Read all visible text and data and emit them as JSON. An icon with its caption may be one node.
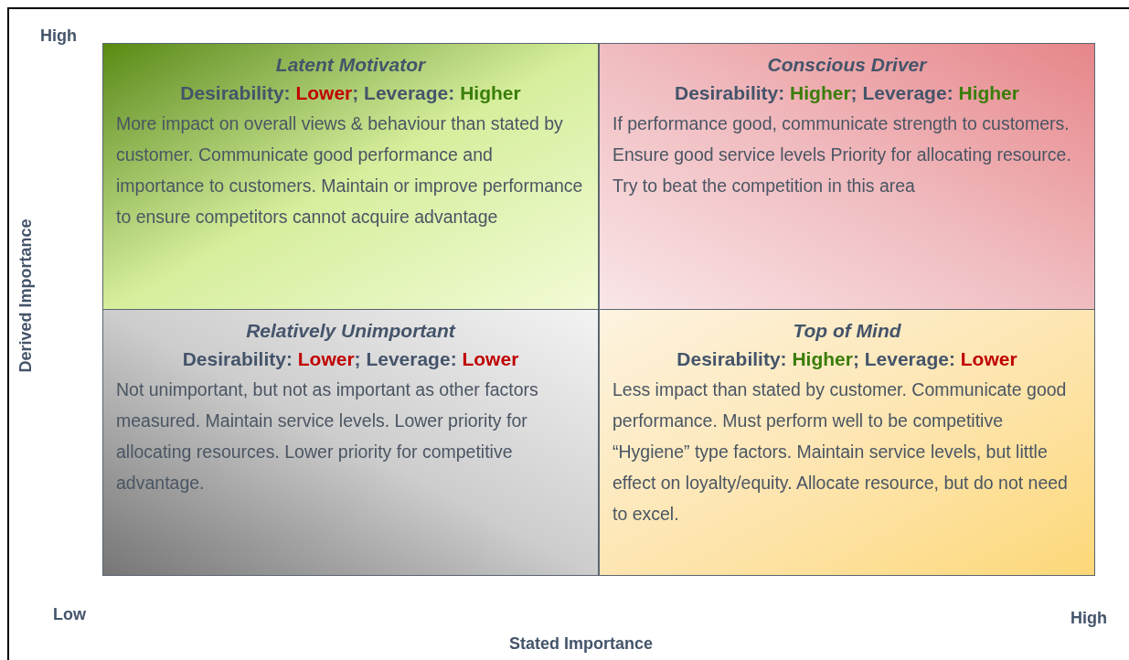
{
  "diagram": {
    "nodes": [
      {
        "text": [
          "Latent Motivator",
          "Desirability: Lower; Leverage: Higher",
          "More impact on overall views & behaviour than stated by customer.  Communicate good performance and importance to customers.  Maintain or improve performance to ensure competitors cannot acquire advantage"
        ]
      },
      {
        "text": [
          "Conscious Driver",
          "Desirability: Higher; Leverage: Higher",
          "If performance good, communicate strength to customers.  Ensure good service levels Priority for allocating resource.  Try to beat the competition in this area"
        ]
      },
      {
        "text": [
          "Relatively Unimportant",
          "Desirability: Lower; Leverage: Lower",
          "Not unimportant, but not as important as other factors measured.  Maintain service levels.  Lower priority for allocating resources.  Lower priority for competitive advantage."
        ]
      },
      {
        "text": [
          "Top of Mind",
          "Desirability: Higher; Leverage: Lower",
          "Less impact than stated by customer. Communicate good performance.   Must perform well to be competitive “Hygiene” type factors.  Maintain service levels, but little effect on loyalty/equity.  Allocate resource, but do not need to excel."
        ]
      }
    ],
    "labels": [
      "High",
      "Derived Importance",
      "Low",
      "High",
      "Stated Importance"
    ]
  }
}
